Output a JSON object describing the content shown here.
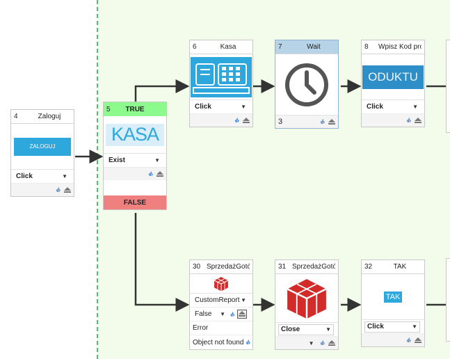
{
  "nodes": {
    "n4": {
      "num": "4",
      "title": "Zaloguj",
      "image_text": "ZALOGUJ",
      "action": "Click"
    },
    "n5": {
      "num": "5",
      "true_label": "TRUE",
      "false_label": "FALSE",
      "image_text": "KASA",
      "action": "Exist"
    },
    "n6": {
      "num": "6",
      "title": "Kasa",
      "action": "Click"
    },
    "n7": {
      "num": "7",
      "title": "Wait",
      "value": "3"
    },
    "n8": {
      "num": "8",
      "title": "Wpisz Kod produl",
      "image_text": "ODUKTU",
      "action": "Click"
    },
    "n30": {
      "num": "30",
      "title": "SprzedażGotów",
      "action": "CustomReport",
      "option": "False",
      "error_label": "Error",
      "not_found_label": "Object not found"
    },
    "n31": {
      "num": "31",
      "title": "SprzedażGotów",
      "action": "Close"
    },
    "n32": {
      "num": "32",
      "title": "TAK",
      "image_text": "TAK",
      "action": "Click"
    }
  },
  "colors": {
    "accent_blue": "#2ea7dc",
    "true_green": "#8dfa8d",
    "false_red": "#f08080",
    "cube_red": "#d32a2a",
    "zone_bg": "#f3fcea",
    "divider": "#4bbf74"
  },
  "icons": {
    "code": "code-brackets-icon",
    "eject": "eject-icon",
    "caret": "caret-down-icon",
    "clock": "clock-icon",
    "register": "cash-register-icon",
    "cube": "red-cube-icon"
  }
}
